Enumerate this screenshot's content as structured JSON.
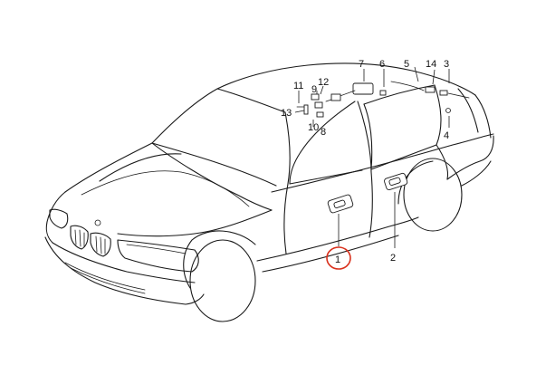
{
  "diagram": {
    "highlight_color": "#d9301c",
    "highlighted_callout": "1",
    "callouts": [
      {
        "id": "c1",
        "label": "1"
      },
      {
        "id": "c2",
        "label": "2"
      },
      {
        "id": "c3",
        "label": "3"
      },
      {
        "id": "c4",
        "label": "4"
      },
      {
        "id": "c5",
        "label": "5"
      },
      {
        "id": "c6",
        "label": "6"
      },
      {
        "id": "c7",
        "label": "7"
      },
      {
        "id": "c8",
        "label": "8"
      },
      {
        "id": "c9",
        "label": "9"
      },
      {
        "id": "c10",
        "label": "10"
      },
      {
        "id": "c11",
        "label": "11"
      },
      {
        "id": "c12",
        "label": "12"
      },
      {
        "id": "c13",
        "label": "13"
      },
      {
        "id": "c14",
        "label": "14"
      }
    ]
  }
}
